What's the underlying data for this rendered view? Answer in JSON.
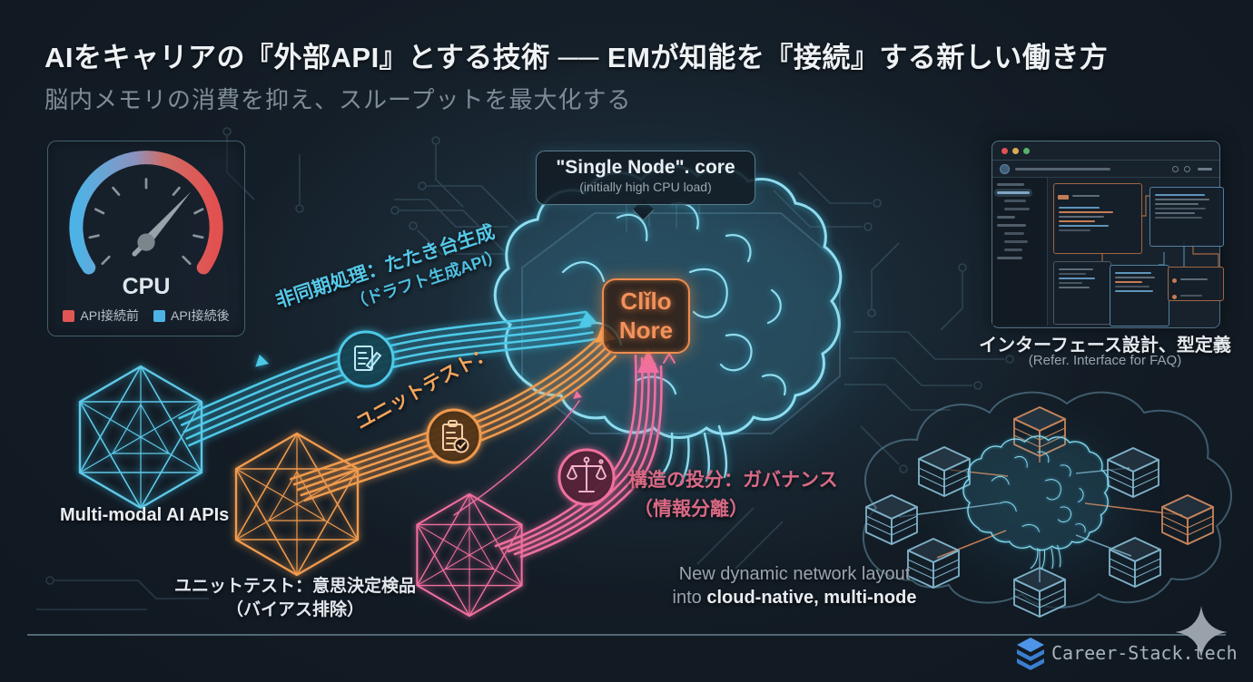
{
  "header": {
    "title": "AIをキャリアの『外部API』とする技術 ── EMが知能を『接続』する新しい働き方",
    "subtitle": "脳内メモリの消費を抑え、スループットを最大化する"
  },
  "cpu_panel": {
    "title": "CPU",
    "legend_before": "API接続前",
    "legend_after": "API接続後",
    "color_before": "#e25555",
    "color_after": "#4db3e6"
  },
  "single_node_callout": {
    "title": "\"Single Node\". core",
    "subtitle": "(initially high CPU load)"
  },
  "core_badge": {
    "line1": "Clǐlo",
    "line2": "Nore",
    "color": "#f2915c"
  },
  "flows": {
    "async": {
      "line1": "非同期処理：たたき台生成",
      "line2": "（ドラフト生成API）",
      "color": "#4ec9e8",
      "icon": "document-pen-icon"
    },
    "unit_test": {
      "label": "ユニットテスト：",
      "color": "#f5a55b",
      "icon": "clipboard-check-icon"
    },
    "governance": {
      "line1": "構造の投分：ガバナンス",
      "line2": "（情報分離）",
      "color": "#d96a85",
      "icon": "scales-icon"
    }
  },
  "sources": {
    "multimodal_label": "Multi-modal AI APIs",
    "unit_test_caption1": "ユニットテスト：意思決定検品",
    "unit_test_caption2": "（バイアス排除）"
  },
  "interface_panel": {
    "caption1": "インターフェース設計、型定義",
    "caption2": "(Refer. Interface for FAQ)"
  },
  "cloud_panel": {
    "caption1": "New dynamic network layout",
    "caption2_prefix": "into ",
    "caption2_bold": "cloud-native, multi-node"
  },
  "footer": {
    "brand": "Career-Stack.tech"
  }
}
